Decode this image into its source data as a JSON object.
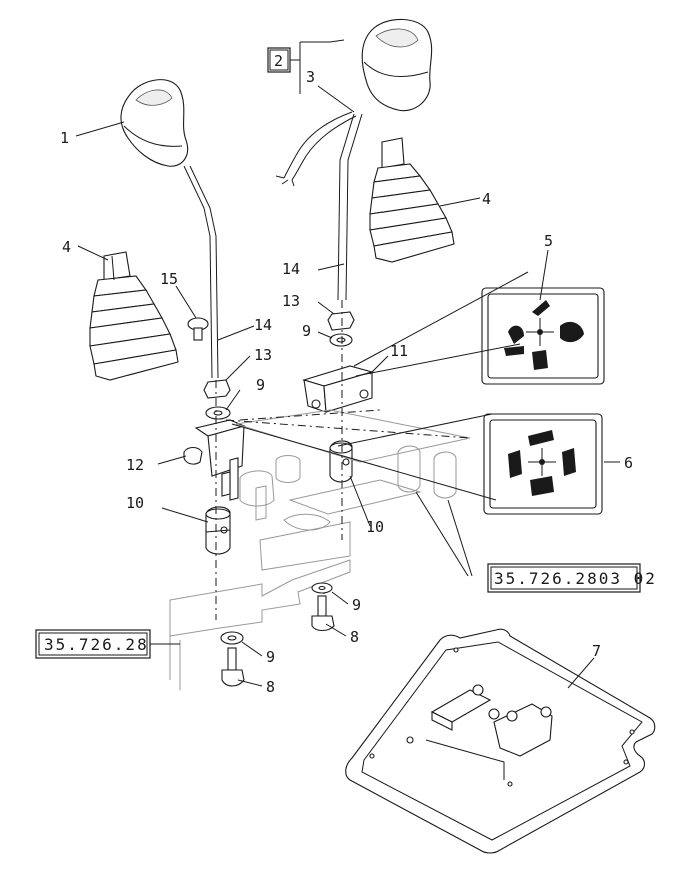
{
  "callouts": {
    "c1": "1",
    "c2": "2",
    "c3": "3",
    "c4a": "4",
    "c4b": "4",
    "c5": "5",
    "c6": "6",
    "c7": "7",
    "c8a": "8",
    "c8b": "8",
    "c9a": "9",
    "c9b": "9",
    "c9c": "9",
    "c9d": "9",
    "c10a": "10",
    "c10b": "10",
    "c11": "11",
    "c12": "12",
    "c13a": "13",
    "c13b": "13",
    "c14a": "14",
    "c14b": "14",
    "c15": "15"
  },
  "references": {
    "ref_left": "35.726.28",
    "ref_right": "35.726.2803 02"
  }
}
